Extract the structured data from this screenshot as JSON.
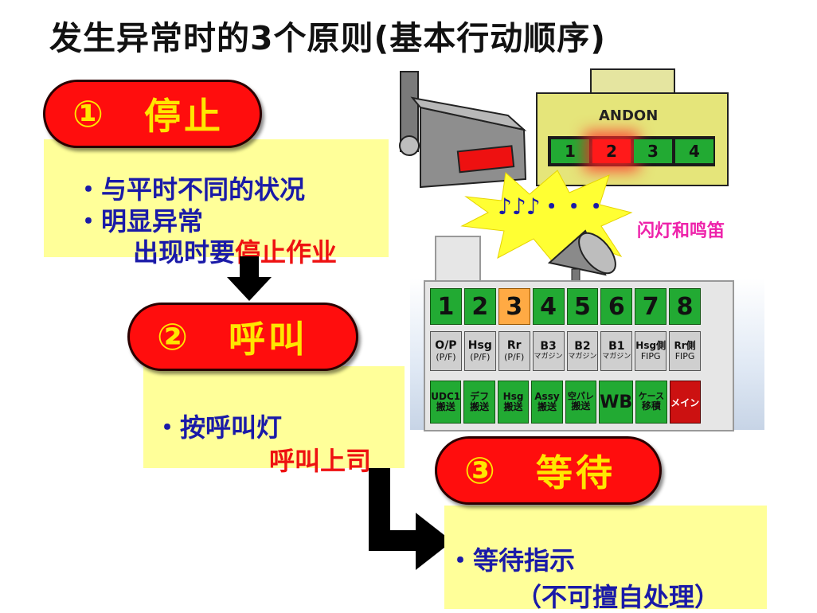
{
  "title": "发生异常时的3个原则(基本行动顺序)",
  "steps": [
    {
      "num": "①",
      "label": "停止",
      "lines": [
        "・与平时不同的状况",
        "・明显异常"
      ],
      "tail_plain": "出现时要",
      "tail_red": "停止作业"
    },
    {
      "num": "②",
      "label": "呼叫",
      "bullet": "・按呼叫灯",
      "red_line": "呼叫上司"
    },
    {
      "num": "③",
      "label": "等待",
      "bullet": "・等待指示",
      "paren": "（不可擅自处理）"
    }
  ],
  "andon": {
    "sign": "ANDON",
    "lamps": [
      "1",
      "2",
      "3",
      "4"
    ],
    "music": "♪♪♪・・・",
    "caption": "闪灯和鸣笛"
  },
  "board": {
    "numbers": [
      "1",
      "2",
      "3",
      "4",
      "5",
      "6",
      "7",
      "8"
    ],
    "row2": [
      [
        "O/P",
        "(P/F)"
      ],
      [
        "Hsg",
        "(P/F)"
      ],
      [
        "Rr",
        "(P/F)"
      ],
      [
        "B3",
        "マガジン"
      ],
      [
        "B2",
        "マガジン"
      ],
      [
        "B1",
        "マガジン"
      ],
      [
        "Hsg側",
        "FIPG"
      ],
      [
        "Rr側",
        "FIPG"
      ]
    ],
    "row3": [
      [
        "UDC1",
        "搬送"
      ],
      [
        "デフ",
        "搬送"
      ],
      [
        "Hsg",
        "搬送"
      ],
      [
        "Assy",
        "搬送"
      ],
      [
        "空パレ",
        "搬送"
      ],
      [
        "WB",
        ""
      ],
      [
        "ケース",
        "移積"
      ],
      [
        "メイン",
        ""
      ]
    ]
  },
  "colors": {
    "pill": "#ff0d0d",
    "pill_text": "#ffe600",
    "note": "#ffff99",
    "blue": "#1a1aa8",
    "red": "#ee1111",
    "lamp_green": "#22aa33"
  }
}
